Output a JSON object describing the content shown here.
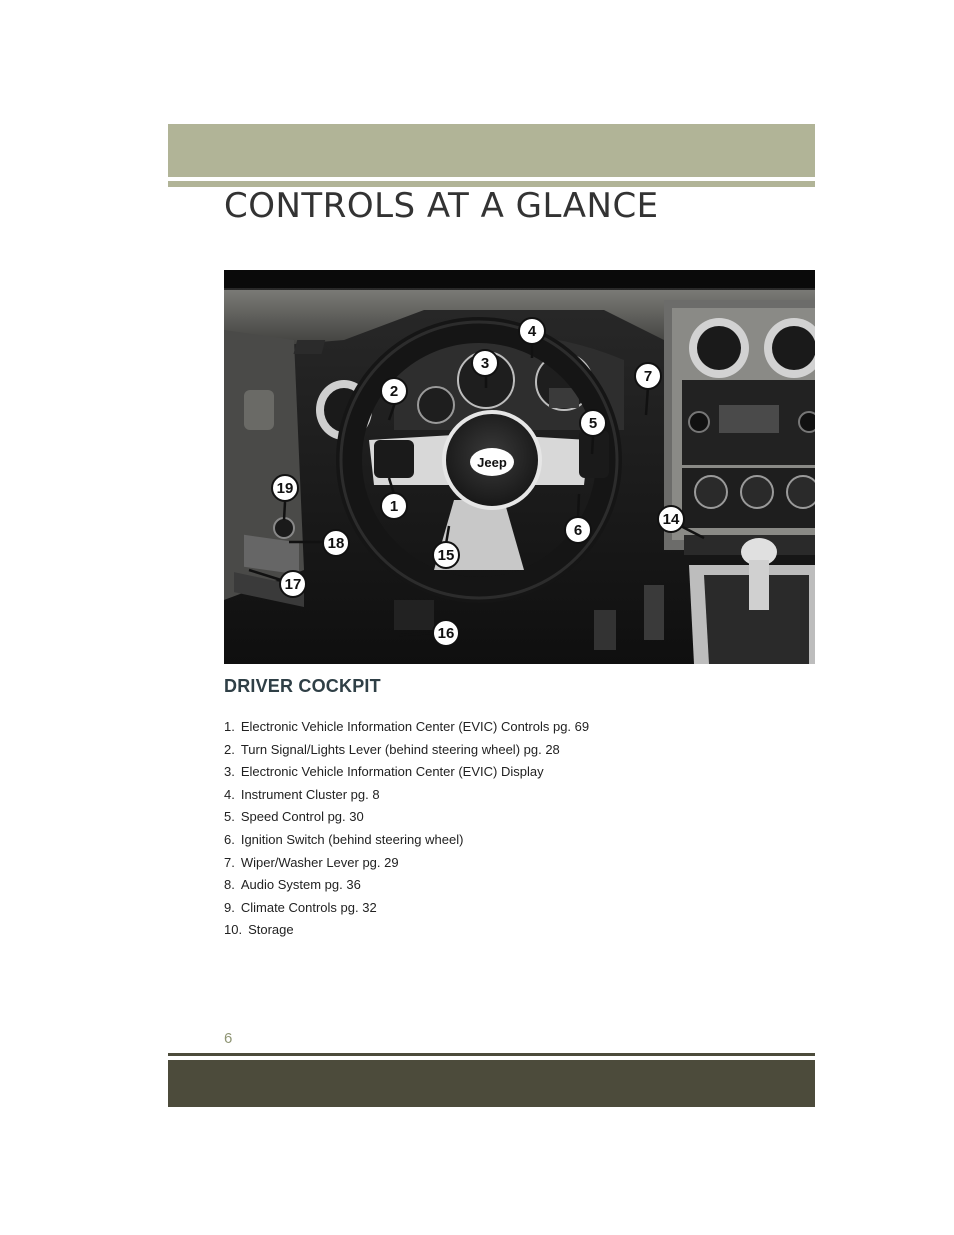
{
  "header": {
    "title": "CONTROLS AT A GLANCE"
  },
  "figure": {
    "logo_text": "Jeep",
    "callouts": [
      "1",
      "2",
      "3",
      "4",
      "5",
      "6",
      "7",
      "14",
      "15",
      "16",
      "17",
      "18",
      "19"
    ]
  },
  "section": {
    "heading": "DRIVER COCKPIT",
    "items": [
      {
        "num": "1.",
        "text": "Electronic Vehicle Information Center (EVIC) Controls pg. 69"
      },
      {
        "num": "2.",
        "text": "Turn Signal/Lights Lever (behind steering wheel) pg. 28"
      },
      {
        "num": "3.",
        "text": "Electronic Vehicle Information Center (EVIC) Display"
      },
      {
        "num": "4.",
        "text": "Instrument Cluster pg. 8"
      },
      {
        "num": "5.",
        "text": "Speed Control pg. 30"
      },
      {
        "num": "6.",
        "text": "Ignition Switch (behind steering wheel)"
      },
      {
        "num": "7.",
        "text": "Wiper/Washer Lever pg. 29"
      },
      {
        "num": "8.",
        "text": "Audio System pg. 36"
      },
      {
        "num": "9.",
        "text": "Climate Controls pg. 32"
      },
      {
        "num": "10.",
        "text": "Storage"
      }
    ]
  },
  "footer": {
    "page_number": "6"
  },
  "colors": {
    "top_band": "#b1b497",
    "bottom_band": "#4c4b3b",
    "heading": "#2f3f46",
    "page_number": "#8f9574"
  }
}
